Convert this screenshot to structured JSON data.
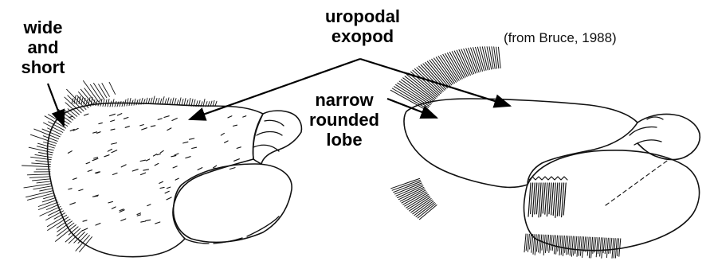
{
  "labels": {
    "wide": [
      "wide",
      "and",
      "short"
    ],
    "uropodal": [
      "uropodal",
      "exopod"
    ],
    "narrow": [
      "narrow",
      "rounded",
      "lobe"
    ]
  },
  "citation": "(from Bruce, 1988)"
}
